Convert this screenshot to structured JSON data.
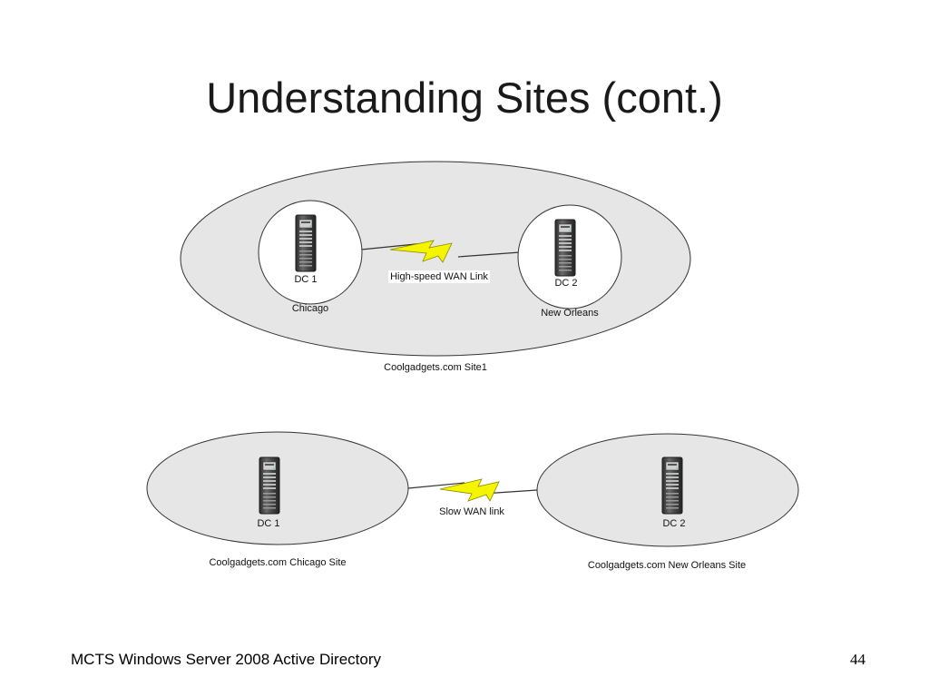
{
  "slide": {
    "title": "Understanding Sites (cont.)",
    "footer": "MCTS Windows Server 2008 Active Directory",
    "page_number": "44"
  },
  "top_diagram": {
    "site_label": "Coolgadgets.com Site1",
    "link_label": "High-speed WAN Link",
    "left_server": {
      "name": "DC 1",
      "location": "Chicago",
      "icon": "server-tower-icon"
    },
    "right_server": {
      "name": "DC 2",
      "location": "New Orleans",
      "icon": "server-tower-icon"
    },
    "link_icon": "lightning-bolt-icon"
  },
  "bottom_diagram": {
    "link_label": "Slow WAN link",
    "left_site": {
      "server_name": "DC 1",
      "site_label": "Coolgadgets.com Chicago Site",
      "icon": "server-tower-icon"
    },
    "right_site": {
      "server_name": "DC 2",
      "site_label": "Coolgadgets.com New Orleans Site",
      "icon": "server-tower-icon"
    },
    "link_icon": "lightning-bolt-icon"
  },
  "colors": {
    "site_fill": "#e6e6e6",
    "node_fill": "#ffffff",
    "outline": "#333333",
    "bolt_fill": "#f5f500",
    "server_body": "#4a4a4a"
  }
}
